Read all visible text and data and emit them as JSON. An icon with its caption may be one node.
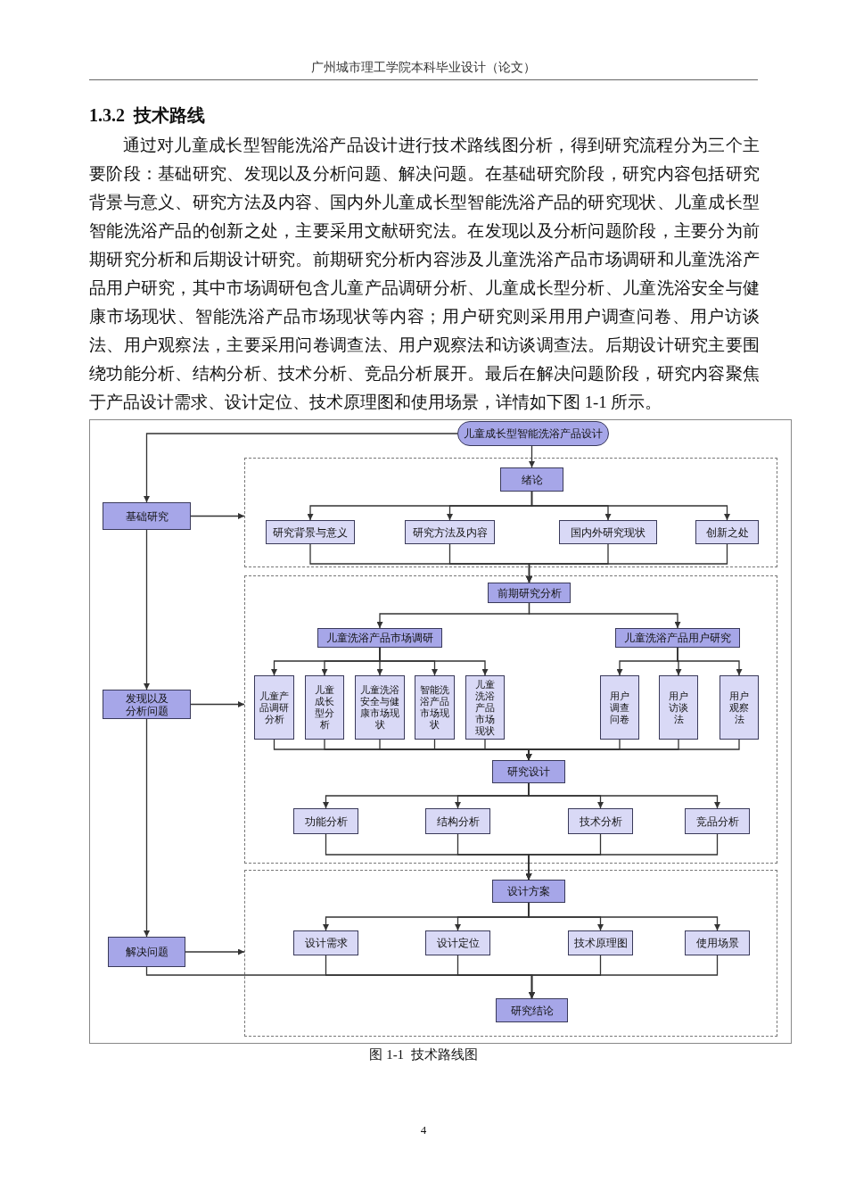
{
  "diagram": {
    "title": "1.3.2  技术路线",
    "caption": "图 1-1  技术路线图",
    "nodes": [
      {
        "text": [
          "儿童成长型智能洗浴产品设计"
        ]
      },
      {
        "text": [
          "基础研究"
        ]
      },
      {
        "text": [],
        "shape": "box"
      },
      {
        "text": [
          "绪论"
        ],
        "in": 2
      },
      {
        "text": [
          "研究背景与意义"
        ],
        "in": 2
      },
      {
        "text": [
          "研究方法及内容"
        ],
        "in": 2
      },
      {
        "text": [
          "国内外研究现状"
        ],
        "in": 2
      },
      {
        "text": [
          "创新之处"
        ],
        "in": 2
      },
      {
        "text": [
          "发现以及分析问题"
        ]
      },
      {
        "text": [],
        "shape": "box"
      },
      {
        "text": [
          "前期研究分析"
        ],
        "in": 9
      },
      {
        "text": [
          "儿童洗浴产品市场调研"
        ],
        "in": 9
      },
      {
        "text": [
          "儿童洗浴产品用户研究"
        ],
        "in": 9
      },
      {
        "text": [
          "儿童产品调研分析"
        ],
        "in": 9
      },
      {
        "text": [
          "儿童成长型分析"
        ],
        "in": 9
      },
      {
        "text": [
          "儿童洗浴安全与健康市场现状"
        ],
        "in": 9
      },
      {
        "text": [
          "智能洗浴产品市场现状"
        ],
        "in": 9
      },
      {
        "text": [
          "儿童洗浴产品市场现状"
        ],
        "in": 9
      },
      {
        "text": [
          "用户调查问卷"
        ],
        "in": 9
      },
      {
        "text": [
          "用户访谈法"
        ],
        "in": 9
      },
      {
        "text": [
          "用户观察法"
        ],
        "in": 9
      },
      {
        "text": [
          "研究设计"
        ],
        "in": 9
      },
      {
        "text": [
          "功能分析"
        ],
        "in": 9
      },
      {
        "text": [
          "结构分析"
        ],
        "in": 9
      },
      {
        "text": [
          "技术分析"
        ],
        "in": 9
      },
      {
        "text": [
          "竞品分析"
        ],
        "in": 9
      },
      {
        "text": [
          "解决问题"
        ]
      },
      {
        "text": [],
        "shape": "box"
      },
      {
        "text": [
          "设计方案"
        ],
        "in": 27
      },
      {
        "text": [
          "设计需求"
        ],
        "in": 27
      },
      {
        "text": [
          "设计定位"
        ],
        "in": 27
      },
      {
        "text": [
          "技术原理图"
        ],
        "in": 27
      },
      {
        "text": [
          "使用场景"
        ],
        "in": 27
      },
      {
        "text": [
          "研究结论"
        ],
        "in": 27
      }
    ],
    "edges": [
      {
        "from": 0,
        "to": 1,
        "arrow": "to"
      },
      {
        "from": 0,
        "to": 3,
        "arrow": "to"
      },
      {
        "from": 1,
        "to": 2,
        "arrow": "to"
      },
      {
        "from": 3,
        "to": 4,
        "arrow": "to"
      },
      {
        "from": 3,
        "to": 5,
        "arrow": "to"
      },
      {
        "from": 3,
        "to": 6,
        "arrow": "to"
      },
      {
        "from": 3,
        "to": 7,
        "arrow": "to"
      },
      {
        "from": 4,
        "to": 10,
        "arrow": "to"
      },
      {
        "from": 5,
        "to": 10,
        "arrow": "to"
      },
      {
        "from": 6,
        "to": 10,
        "arrow": "to"
      },
      {
        "from": 7,
        "to": 10,
        "arrow": "to"
      },
      {
        "from": 1,
        "to": 8,
        "arrow": "to"
      },
      {
        "from": 8,
        "to": 9,
        "arrow": "to"
      },
      {
        "from": 10,
        "to": 11,
        "arrow": "to"
      },
      {
        "from": 10,
        "to": 12,
        "arrow": "to"
      },
      {
        "from": 11,
        "to": 13,
        "arrow": "to"
      },
      {
        "from": 11,
        "to": 14,
        "arrow": "to"
      },
      {
        "from": 11,
        "to": 15,
        "arrow": "to"
      },
      {
        "from": 11,
        "to": 16,
        "arrow": "to"
      },
      {
        "from": 11,
        "to": 17,
        "arrow": "to"
      },
      {
        "from": 12,
        "to": 18,
        "arrow": "to"
      },
      {
        "from": 12,
        "to": 19,
        "arrow": "to"
      },
      {
        "from": 12,
        "to": 20,
        "arrow": "to"
      },
      {
        "from": 13,
        "to": 21,
        "arrow": "to"
      },
      {
        "from": 14,
        "to": 21,
        "arrow": "to"
      },
      {
        "from": 15,
        "to": 21,
        "arrow": "to"
      },
      {
        "from": 16,
        "to": 21,
        "arrow": "to"
      },
      {
        "from": 17,
        "to": 21,
        "arrow": "to"
      },
      {
        "from": 18,
        "to": 21,
        "arrow": "to"
      },
      {
        "from": 19,
        "to": 21,
        "arrow": "to"
      },
      {
        "from": 20,
        "to": 21,
        "arrow": "to"
      },
      {
        "from": 21,
        "to": 22,
        "arrow": "to"
      },
      {
        "from": 21,
        "to": 23,
        "arrow": "to"
      },
      {
        "from": 21,
        "to": 24,
        "arrow": "to"
      },
      {
        "from": 21,
        "to": 25,
        "arrow": "to"
      },
      {
        "from": 22,
        "to": 28,
        "arrow": "to"
      },
      {
        "from": 23,
        "to": 28,
        "arrow": "to"
      },
      {
        "from": 24,
        "to": 28,
        "arrow": "to"
      },
      {
        "from": 25,
        "to": 28,
        "arrow": "to"
      },
      {
        "from": 8,
        "to": 26,
        "arrow": "to"
      },
      {
        "from": 26,
        "to": 27,
        "arrow": "to"
      },
      {
        "from": 28,
        "to": 29,
        "arrow": "to"
      },
      {
        "from": 28,
        "to": 30,
        "arrow": "to"
      },
      {
        "from": 28,
        "to": 31,
        "arrow": "to"
      },
      {
        "from": 28,
        "to": 32,
        "arrow": "to"
      },
      {
        "from": 29,
        "to": 33,
        "arrow": "to"
      },
      {
        "from": 30,
        "to": 33,
        "arrow": "to"
      },
      {
        "from": 31,
        "to": 33,
        "arrow": "to"
      },
      {
        "from": 32,
        "to": 33,
        "arrow": "to"
      },
      {
        "from": 26,
        "to": 33,
        "arrow": "to"
      }
    ],
    "labels": [
      "广州城市理工学院本科毕业设计（论文）",
      "通过对儿童成长型智能洗浴产品设计进行技术路线图分析，得到研究流程分为三个主要阶段：基础研究、发现以及分析问题、解决问题。在基础研究阶段，研究内容包括研究背景与意义、研究方法及内容、国内外儿童成长型智能洗浴产品的研究现状、儿童成长型智能洗浴产品的创新之处，主要采用文献研究法。在发现以及分析问题阶段，主要分为前期研究分析和后期设计研究。前期研究分析内容涉及儿童洗浴产品市场调研和儿童洗浴产品用户研究，其中市场调研包含儿童产品调研分析、儿童成长型分析、儿童洗浴安全与健康市场现状、智能洗浴产品市场现状等内容；用户研究则采用用户调查问卷、用户访谈法、用户观察法，主要采用问卷调查法、用户观察法和访谈调查法。后期设计研究主要围绕功能分析、结构分析、技术分析、竞品分析展开。最后在解决问题阶段，研究内容聚焦于产品设计需求、设计定位、技术原理图和使用场景，详情如下图 1-1 所示。",
      "4"
    ]
  }
}
